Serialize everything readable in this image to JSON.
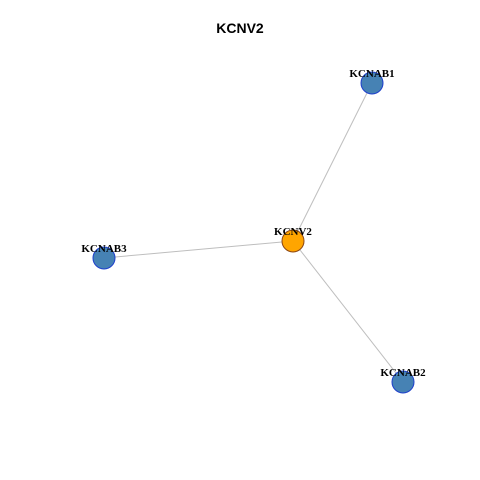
{
  "title": "KCNV2",
  "colors": {
    "hub_fill": "#FFA500",
    "hub_stroke": "#8B4513",
    "neighbor_fill": "#4682B4",
    "neighbor_stroke": "#1E3FCC",
    "edge": "#BEBEBE"
  },
  "nodes": [
    {
      "id": "KCNV2",
      "label": "KCNV2",
      "role": "hub"
    },
    {
      "id": "KCNAB1",
      "label": "KCNAB1",
      "role": "neighbor"
    },
    {
      "id": "KCNAB2",
      "label": "KCNAB2",
      "role": "neighbor"
    },
    {
      "id": "KCNAB3",
      "label": "KCNAB3",
      "role": "neighbor"
    }
  ],
  "edges": [
    {
      "source": "KCNV2",
      "target": "KCNAB1"
    },
    {
      "source": "KCNV2",
      "target": "KCNAB2"
    },
    {
      "source": "KCNV2",
      "target": "KCNAB3"
    }
  ]
}
